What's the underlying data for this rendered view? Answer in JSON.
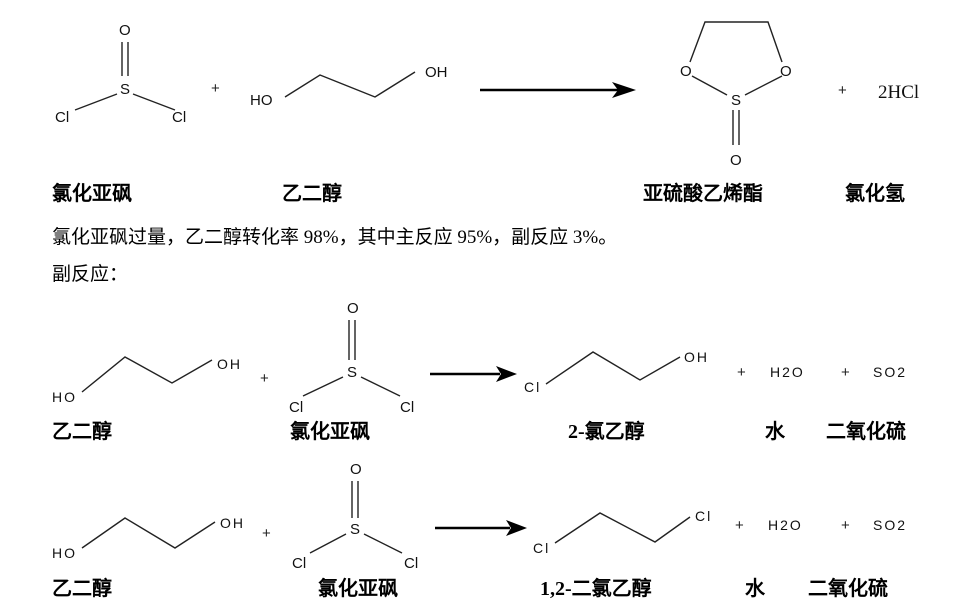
{
  "reaction_main": {
    "thionyl_chloride": {
      "O": "O",
      "S": "S",
      "Cl1": "Cl",
      "Cl2": "Cl"
    },
    "plus1": "+",
    "glycol": {
      "HO": "HO",
      "OH": "OH"
    },
    "product": {
      "O1": "O",
      "O2": "O",
      "S": "S",
      "O3": "O"
    },
    "plus2": "+",
    "hcl": "2HCl",
    "labels": [
      "氯化亚砜",
      "乙二醇",
      "亚硫酸乙烯酯",
      "氯化氢"
    ]
  },
  "text": {
    "conditions": "氯化亚砜过量，乙二醇转化率 98%，其中主反应 95%，副反应 3%。",
    "side_heading": "副反应："
  },
  "side_reaction_1": {
    "glycol": {
      "HO": "HO",
      "OH": "OH"
    },
    "plus": "+",
    "thionyl_chloride": {
      "O": "O",
      "S": "S",
      "Cl1": "Cl",
      "Cl2": "Cl"
    },
    "product": {
      "Cl": "Cl",
      "OH": "OH"
    },
    "plus2": "+",
    "water": "H2O",
    "plus3": "+",
    "so2": "SO2",
    "labels": [
      "乙二醇",
      "氯化亚砜",
      "2-氯乙醇",
      "水",
      "二氧化硫"
    ]
  },
  "side_reaction_2": {
    "glycol": {
      "HO": "HO",
      "OH": "OH"
    },
    "plus": "+",
    "thionyl_chloride": {
      "O": "O",
      "S": "S",
      "Cl1": "Cl",
      "Cl2": "Cl"
    },
    "product": {
      "Cl1": "Cl",
      "Cl2": "Cl"
    },
    "plus2": "+",
    "water": "H2O",
    "plus3": "+",
    "so2": "SO2",
    "labels": [
      "乙二醇",
      "氯化亚砜",
      "1,2-二氯乙醇",
      "水",
      "二氧化硫"
    ]
  }
}
